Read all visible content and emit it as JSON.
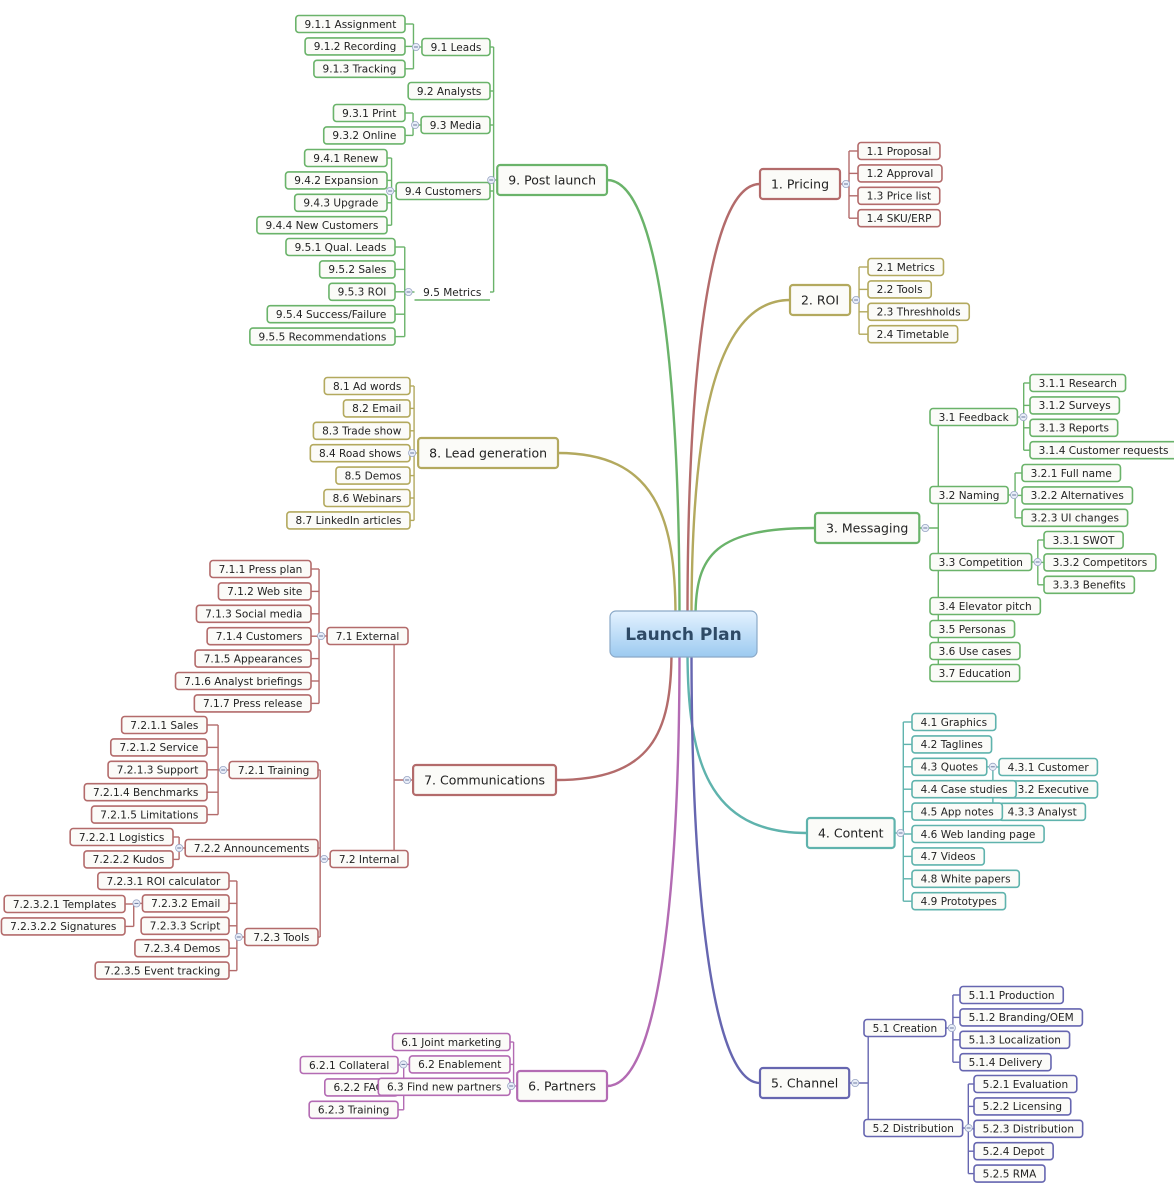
{
  "root": {
    "label": "Launch Plan"
  },
  "branches": [
    {
      "id": "b1",
      "label": "1.  Pricing",
      "color": "#b36b6b",
      "side": "right",
      "children": [
        {
          "label": "1.1  Proposal"
        },
        {
          "label": "1.2  Approval"
        },
        {
          "label": "1.3  Price list"
        },
        {
          "label": "1.4  SKU/ERP"
        }
      ]
    },
    {
      "id": "b2",
      "label": "2.  ROI",
      "color": "#b3a95e",
      "side": "right",
      "children": [
        {
          "label": "2.1  Metrics"
        },
        {
          "label": "2.2  Tools"
        },
        {
          "label": "2.3  Threshholds"
        },
        {
          "label": "2.4  Timetable"
        }
      ]
    },
    {
      "id": "b3",
      "label": "3.  Messaging",
      "color": "#6ab36a",
      "side": "right",
      "children": [
        {
          "label": "3.1  Feedback",
          "children": [
            {
              "label": "3.1.1  Research"
            },
            {
              "label": "3.1.2  Surveys"
            },
            {
              "label": "3.1.3  Reports"
            },
            {
              "label": "3.1.4  Customer requests"
            }
          ]
        },
        {
          "label": "3.2  Naming",
          "children": [
            {
              "label": "3.2.1  Full name"
            },
            {
              "label": "3.2.2  Alternatives"
            },
            {
              "label": "3.2.3  UI changes"
            }
          ]
        },
        {
          "label": "3.3  Competition",
          "children": [
            {
              "label": "3.3.1  SWOT"
            },
            {
              "label": "3.3.2  Competitors"
            },
            {
              "label": "3.3.3  Benefits"
            }
          ]
        },
        {
          "label": "3.4  Elevator pitch"
        },
        {
          "label": "3.5  Personas"
        },
        {
          "label": "3.6  Use cases"
        },
        {
          "label": "3.7  Education"
        }
      ]
    },
    {
      "id": "b4",
      "label": "4.  Content",
      "color": "#5fb3ad",
      "side": "right",
      "children": [
        {
          "label": "4.1  Graphics"
        },
        {
          "label": "4.2  Taglines"
        },
        {
          "label": "4.3  Quotes",
          "children": [
            {
              "label": "4.3.1  Customer"
            },
            {
              "label": "4.3.2  Executive"
            },
            {
              "label": "4.3.3  Analyst"
            }
          ]
        },
        {
          "label": "4.4  Case studies"
        },
        {
          "label": "4.5  App notes"
        },
        {
          "label": "4.6  Web landing page"
        },
        {
          "label": "4.7  Videos"
        },
        {
          "label": "4.8  White papers"
        },
        {
          "label": "4.9  Prototypes"
        }
      ]
    },
    {
      "id": "b5",
      "label": "5.  Channel",
      "color": "#6666b0",
      "side": "right",
      "children": [
        {
          "label": "5.1  Creation",
          "children": [
            {
              "label": "5.1.1  Production"
            },
            {
              "label": "5.1.2  Branding/OEM"
            },
            {
              "label": "5.1.3  Localization"
            },
            {
              "label": "5.1.4  Delivery"
            }
          ]
        },
        {
          "label": "5.2  Distribution",
          "children": [
            {
              "label": "5.2.1  Evaluation"
            },
            {
              "label": "5.2.2  Licensing"
            },
            {
              "label": "5.2.3  Distribution"
            },
            {
              "label": "5.2.4  Depot"
            },
            {
              "label": "5.2.5  RMA"
            }
          ]
        }
      ]
    },
    {
      "id": "b6",
      "label": "6.  Partners",
      "color": "#b36bb3",
      "side": "left",
      "children": [
        {
          "label": "6.1  Joint marketing"
        },
        {
          "label": "6.2  Enablement",
          "children": [
            {
              "label": "6.2.1  Collateral"
            },
            {
              "label": "6.2.2  FAQs"
            },
            {
              "label": "6.2.3  Training"
            }
          ]
        },
        {
          "label": "6.3  Find new partners"
        }
      ]
    },
    {
      "id": "b7",
      "label": "7.  Communications",
      "color": "#b36b6b",
      "side": "left",
      "children": [
        {
          "label": "7.1  External",
          "children": [
            {
              "label": "7.1.1  Press plan"
            },
            {
              "label": "7.1.2  Web site"
            },
            {
              "label": "7.1.3  Social media"
            },
            {
              "label": "7.1.4  Customers"
            },
            {
              "label": "7.1.5  Appearances"
            },
            {
              "label": "7.1.6  Analyst briefings"
            },
            {
              "label": "7.1.7  Press release"
            }
          ]
        },
        {
          "label": "7.2  Internal",
          "children": [
            {
              "label": "7.2.1  Training",
              "children": [
                {
                  "label": "7.2.1.1  Sales"
                },
                {
                  "label": "7.2.1.2  Service"
                },
                {
                  "label": "7.2.1.3  Support"
                },
                {
                  "label": "7.2.1.4  Benchmarks"
                },
                {
                  "label": "7.2.1.5  Limitations"
                }
              ]
            },
            {
              "label": "7.2.2  Announcements",
              "children": [
                {
                  "label": "7.2.2.1  Logistics"
                },
                {
                  "label": "7.2.2.2  Kudos"
                }
              ]
            },
            {
              "label": "7.2.3  Tools",
              "children": [
                {
                  "label": "7.2.3.1  ROI calculator"
                },
                {
                  "label": "7.2.3.2  Email",
                  "children": [
                    {
                      "label": "7.2.3.2.1  Templates"
                    },
                    {
                      "label": "7.2.3.2.2  Signatures"
                    }
                  ]
                },
                {
                  "label": "7.2.3.3  Script"
                },
                {
                  "label": "7.2.3.4  Demos"
                },
                {
                  "label": "7.2.3.5  Event tracking"
                }
              ]
            }
          ]
        }
      ]
    },
    {
      "id": "b8",
      "label": "8.  Lead generation",
      "color": "#b3a95e",
      "side": "left",
      "children": [
        {
          "label": "8.1  Ad words"
        },
        {
          "label": "8.2  Email"
        },
        {
          "label": "8.3  Trade show"
        },
        {
          "label": "8.4  Road shows"
        },
        {
          "label": "8.5  Demos"
        },
        {
          "label": "8.6  Webinars"
        },
        {
          "label": "8.7  LinkedIn articles"
        }
      ]
    },
    {
      "id": "b9",
      "label": "9.  Post launch",
      "color": "#6ab36a",
      "side": "left",
      "children": [
        {
          "label": "9.1  Leads",
          "children": [
            {
              "label": "9.1.1  Assignment"
            },
            {
              "label": "9.1.2  Recording"
            },
            {
              "label": "9.1.3  Tracking"
            }
          ]
        },
        {
          "label": "9.2  Analysts"
        },
        {
          "label": "9.3  Media",
          "children": [
            {
              "label": "9.3.1  Print"
            },
            {
              "label": "9.3.2  Online"
            }
          ]
        },
        {
          "label": "9.4  Customers",
          "children": [
            {
              "label": "9.4.1  Renew"
            },
            {
              "label": "9.4.2  Expansion"
            },
            {
              "label": "9.4.3  Upgrade"
            },
            {
              "label": "9.4.4  New Customers"
            }
          ]
        },
        {
          "label": "9.5  Metrics",
          "plain": true,
          "children": [
            {
              "label": "9.5.1  Qual. Leads"
            },
            {
              "label": "9.5.2  Sales"
            },
            {
              "label": "9.5.3  ROI"
            },
            {
              "label": "9.5.4  Success/Failure"
            },
            {
              "label": "9.5.5  Recommendations"
            }
          ]
        }
      ]
    }
  ]
}
